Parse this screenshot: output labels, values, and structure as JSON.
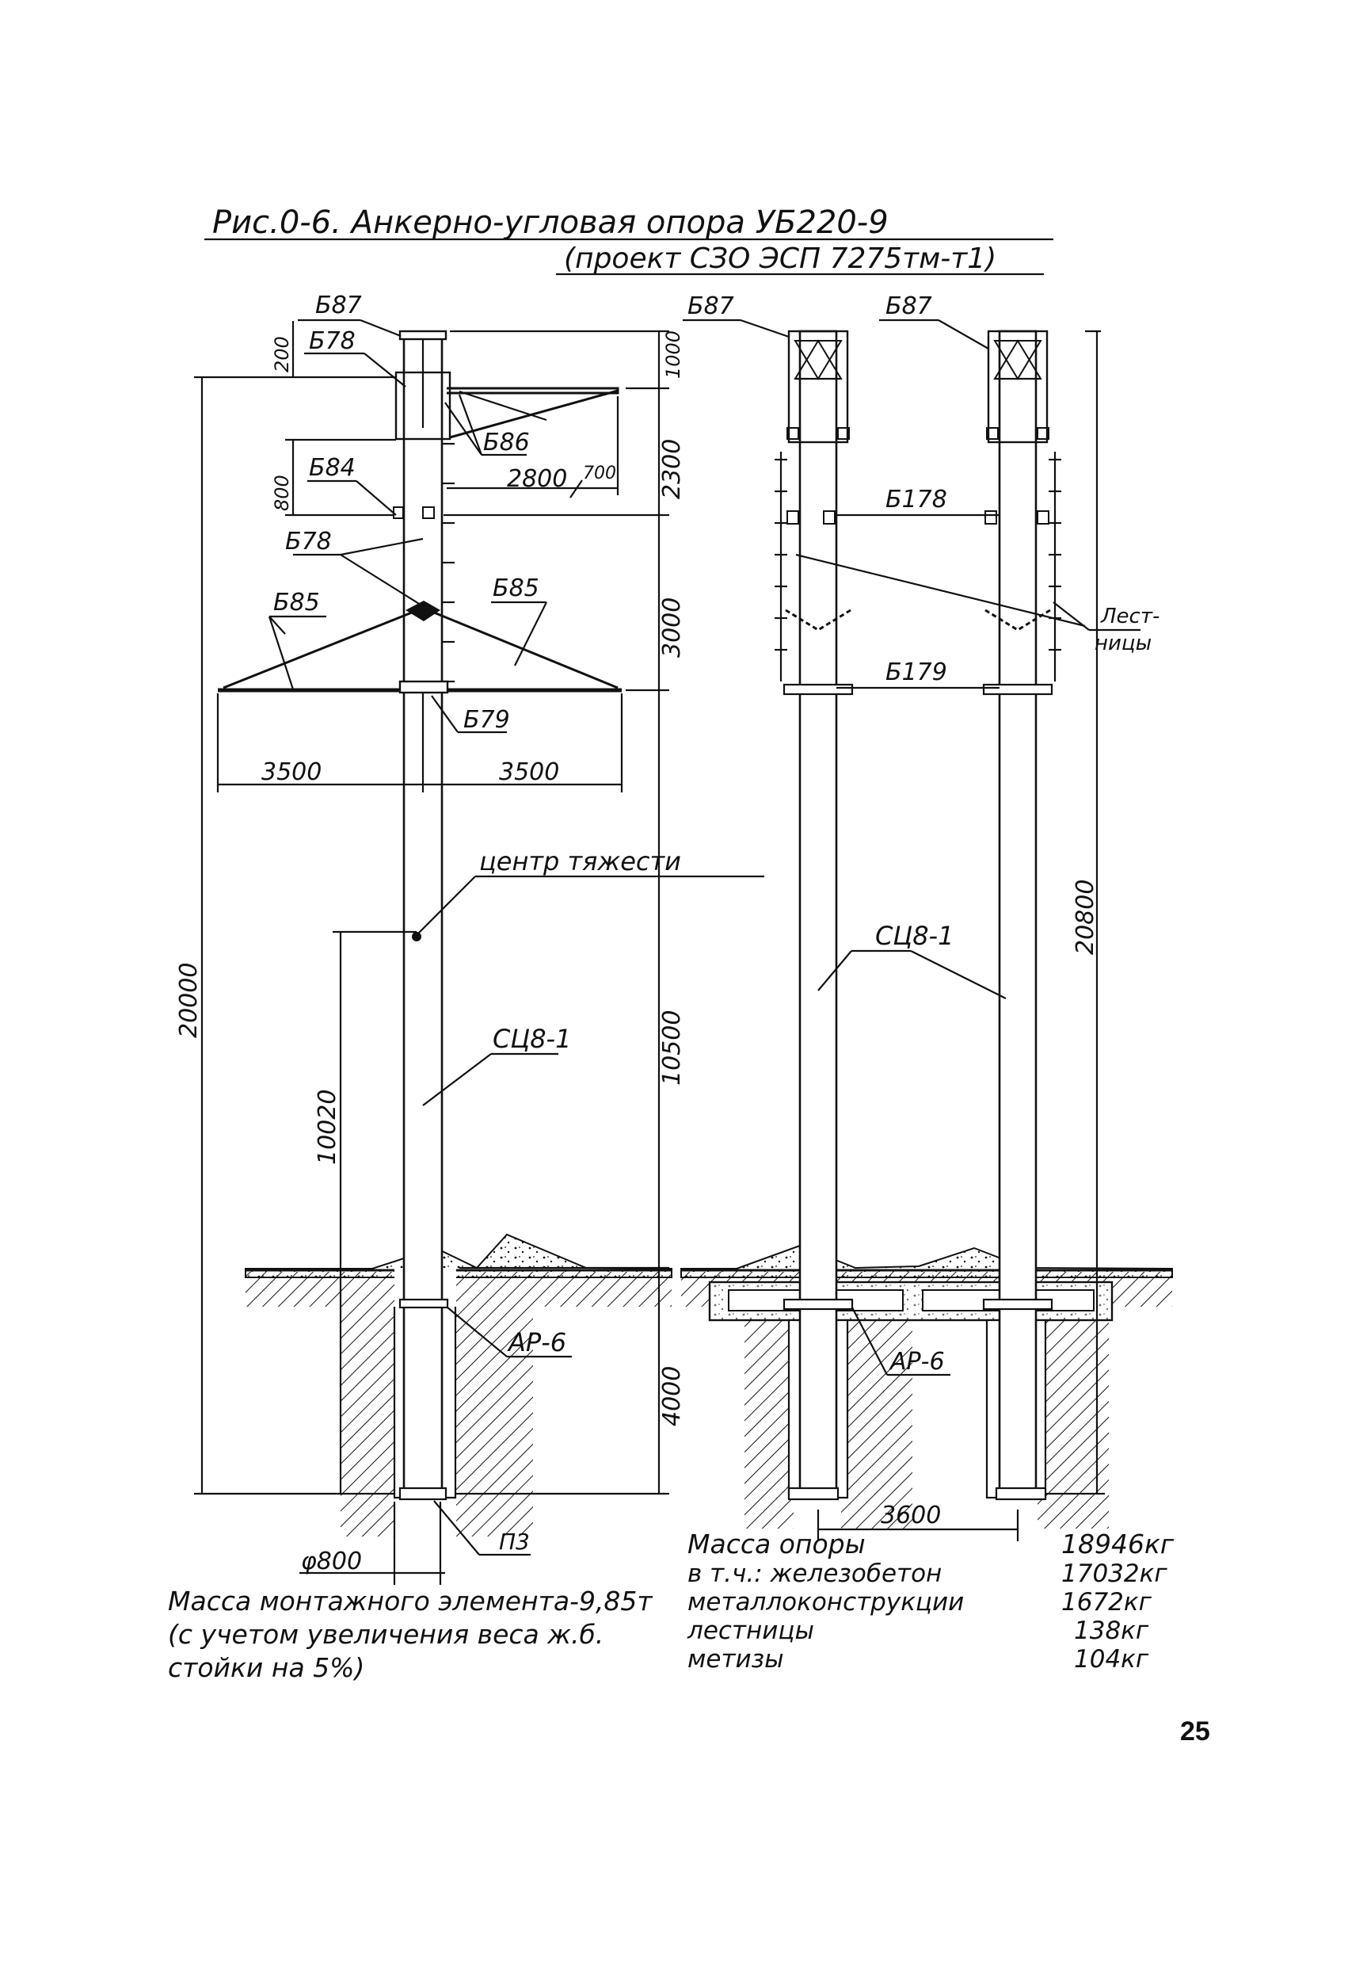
{
  "title": {
    "line1": "Рис.0-6. Анкерно-угловая опора УБ220-9",
    "line2": "(проект СЗО ЭСП 7275тм-т1)"
  },
  "labels": {
    "b87_left": "Б87",
    "b87_mid": "Б87",
    "b87_right": "Б87",
    "b78_top": "Б78",
    "b86": "Б86",
    "b84": "Б84",
    "b78_mid": "Б78",
    "b85_left": "Б85",
    "b85_right": "Б85",
    "b79": "Б79",
    "b178": "Б178",
    "b179": "Б179",
    "ladders_1": "Лест-",
    "ladders_2": "ницы",
    "center_of_gravity": "центр тяжести",
    "sc8_left": "СЦ8-1",
    "sc8_right": "СЦ8-1",
    "ar6_left": "АР-6",
    "ar6_right": "АР-6",
    "p3": "П3"
  },
  "dimensions": {
    "d200": "200",
    "d1000": "1000",
    "d2300": "2300",
    "d800": "800",
    "d2800": "2800",
    "d700": "700",
    "d3000": "3000",
    "d3500_left": "3500",
    "d3500_right": "3500",
    "d20000": "20000",
    "d10500": "10500",
    "d10020": "10020",
    "d4000": "4000",
    "d20800": "20800",
    "d3600": "3600",
    "diam800": "φ800"
  },
  "notes": {
    "mount_line1": "Масса монтажного элемента-9,85т",
    "mount_line2": "(с учетом увеличения веса ж.б.",
    "mount_line3": "стойки на 5%)"
  },
  "mass_table": {
    "rows": [
      {
        "label": "Масса опоры",
        "value": "18946кг"
      },
      {
        "label": "в т.ч.: железобетон",
        "value": "17032кг"
      },
      {
        "label": "металлоконструкции",
        "value": "1672кг"
      },
      {
        "label": "лестницы",
        "value": "138кг"
      },
      {
        "label": "метизы",
        "value": "104кг"
      }
    ]
  },
  "page_number": "25"
}
